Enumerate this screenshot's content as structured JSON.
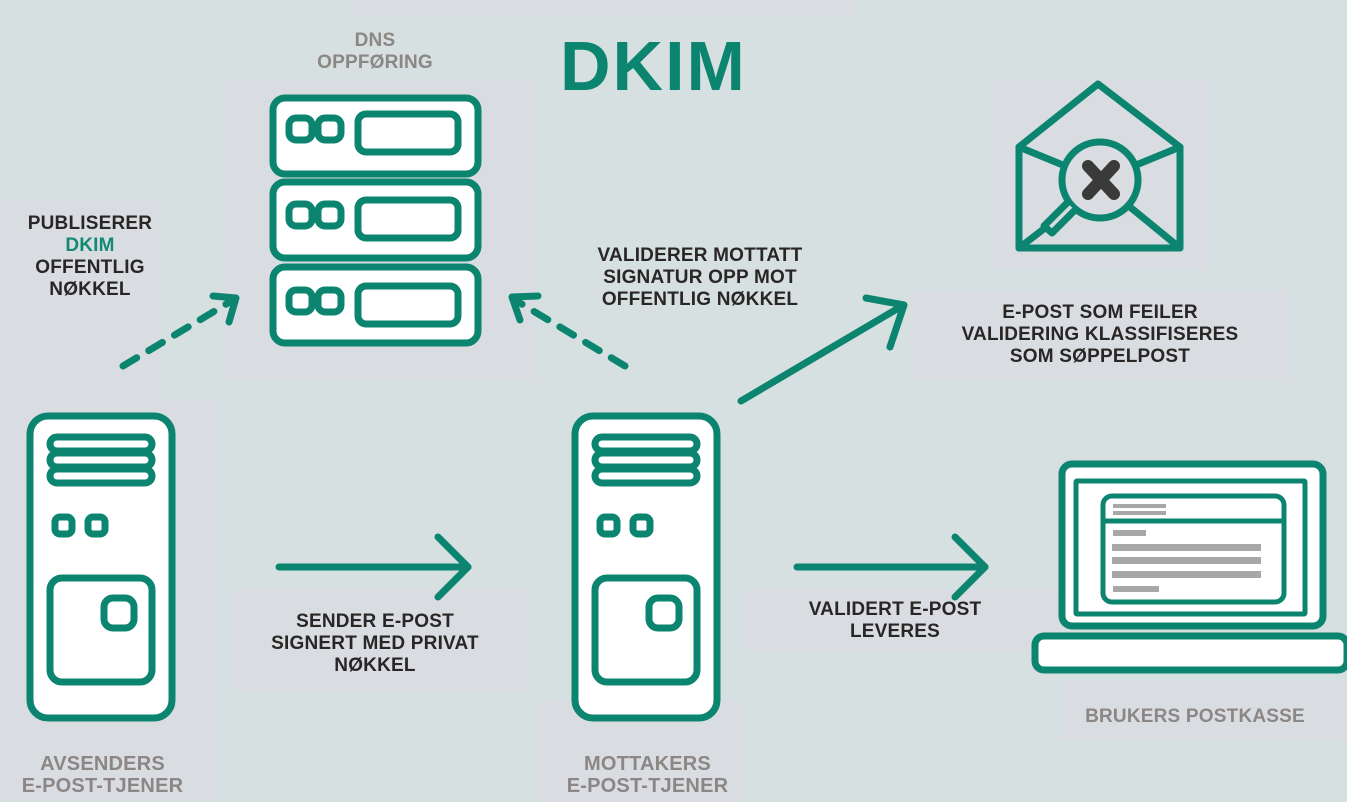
{
  "title": "DKIM",
  "colors": {
    "accent": "#0b8470",
    "background": "#d6e0e0",
    "text": "#2a2626",
    "muted": "#8c8685",
    "error_mark": "#3a3a3a"
  },
  "nodes": {
    "dns": {
      "line1": "DNS",
      "line2": "OPPFØRING",
      "icon": "server-rack-icon"
    },
    "sender": {
      "line1": "AVSENDERS",
      "line2": "E-POST-TJENER",
      "icon": "tower-server-icon"
    },
    "receiver": {
      "line1": "MOTTAKERS",
      "line2": "E-POST-TJENER",
      "icon": "tower-server-icon"
    },
    "spam": {
      "icon": "envelope-rejected-icon"
    },
    "inbox": {
      "label": "BRUKERS POSTKASSE",
      "icon": "laptop-mailbox-icon"
    }
  },
  "steps": {
    "publish": {
      "line1": "PUBLISERER",
      "line2": "DKIM",
      "line3": "OFFENTLIG",
      "line4": "NØKKEL"
    },
    "validate": {
      "line1": "VALIDERER MOTTATT",
      "line2": "SIGNATUR OPP MOT",
      "line3": "OFFENTLIG NØKKEL"
    },
    "send": {
      "line1": "SENDER E-POST",
      "line2": "SIGNERT MED PRIVAT",
      "line3": "NØKKEL"
    },
    "deliver": {
      "line1": "VALIDERT E-POST",
      "line2": "LEVERES"
    },
    "reject": {
      "line1": "E-POST SOM FEILER",
      "line2": "VALIDERING KLASSIFISERES",
      "line3": "SOM SØPPELPOST"
    }
  }
}
